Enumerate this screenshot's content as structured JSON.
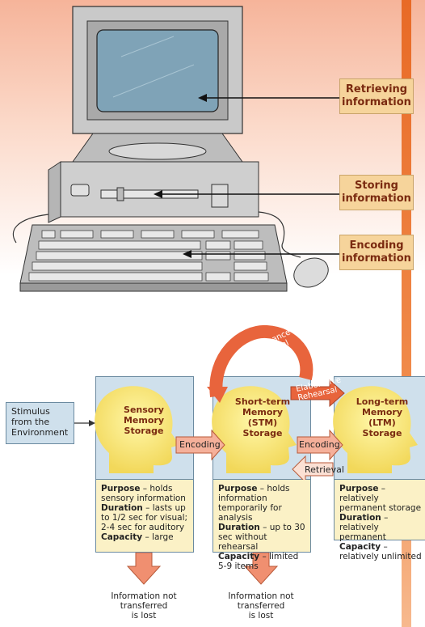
{
  "top_labels": {
    "retrieving": [
      "Retrieving",
      "information"
    ],
    "storing": [
      "Storing",
      "information"
    ],
    "encoding": [
      "Encoding",
      "information"
    ]
  },
  "stimulus": [
    "Stimulus",
    "from the",
    "Environment"
  ],
  "stores": {
    "sensory": {
      "title": [
        "Sensory",
        "Memory",
        "Storage"
      ],
      "purpose_label": "Purpose",
      "purpose": "– holds sensory information",
      "duration_label": "Duration",
      "duration": "– lasts up to 1/2 sec for visual; 2-4 sec for auditory",
      "capacity_label": "Capacity",
      "capacity": "– large"
    },
    "stm": {
      "title": [
        "Short-term",
        "Memory",
        "(STM)",
        "Storage"
      ],
      "purpose_label": "Purpose",
      "purpose": "– holds information temporarily for analysis",
      "duration_label": "Duration",
      "duration": "– up to 30 sec without rehearsal",
      "capacity_label": "Capacity",
      "capacity": "– limited 5-9 items"
    },
    "ltm": {
      "title": [
        "Long-term",
        "Memory",
        "(LTM)",
        "Storage"
      ],
      "purpose_label": "Purpose",
      "purpose": "– relatively permanent storage",
      "duration_label": "Duration",
      "duration": "– relatively permanent",
      "capacity_label": "Capacity",
      "capacity": "– relatively unlimited"
    }
  },
  "arrows": {
    "encoding1": "Encoding",
    "encoding2": "Encoding",
    "retrieval": "Retrieval",
    "maintenance": "Maintenance",
    "maintenance2": "Rehearsal",
    "elaborative": "Elaborative",
    "elaborative2": "Rehearsal"
  },
  "lost1": [
    "Information not",
    "transferred",
    "is lost"
  ],
  "lost2": [
    "Information not",
    "transferred",
    "is lost"
  ],
  "colors": {
    "accent": "#e8643c",
    "box_blue": "#cfe0ec",
    "box_yellow": "#fbf1c6",
    "label_bg": "#f6d49b"
  }
}
